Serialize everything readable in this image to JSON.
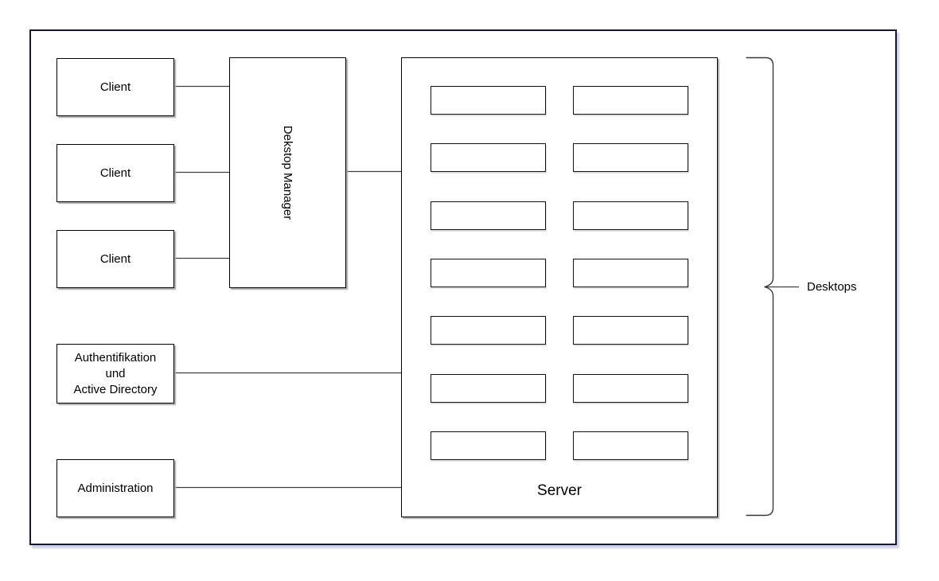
{
  "diagram": {
    "clients": [
      "Client",
      "Client",
      "Client"
    ],
    "desktop_manager_label": "Dekstop Manager",
    "auth_lines": [
      "Authentifikation",
      "und",
      "Active Directory"
    ],
    "admin_label": "Administration",
    "server": {
      "label": "Server",
      "slot_count": 14,
      "slot_rows": 7,
      "slot_cols": 2
    },
    "brace_label": "Desktops",
    "colors": {
      "line": "#404040",
      "box_border": "#000000",
      "frame_border": "#16163a",
      "frame_shadow": "#ccd2e8",
      "box_shadow": "#ababab"
    }
  }
}
